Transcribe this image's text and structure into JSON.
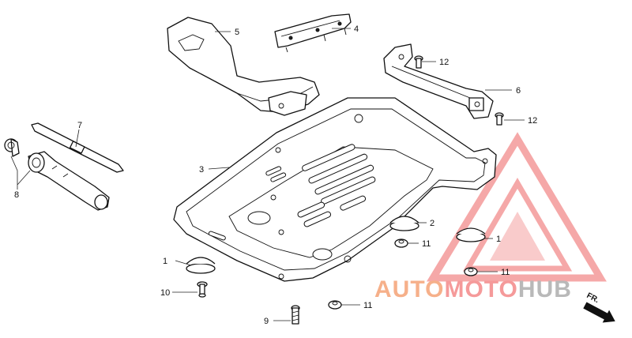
{
  "callouts": [
    {
      "id": "c1a",
      "label": "1"
    },
    {
      "id": "c1b",
      "label": "1"
    },
    {
      "id": "c2",
      "label": "2"
    },
    {
      "id": "c3",
      "label": "3"
    },
    {
      "id": "c4",
      "label": "4"
    },
    {
      "id": "c5",
      "label": "5"
    },
    {
      "id": "c6",
      "label": "6"
    },
    {
      "id": "c7",
      "label": "7"
    },
    {
      "id": "c8",
      "label": "8"
    },
    {
      "id": "c9",
      "label": "9"
    },
    {
      "id": "c10",
      "label": "10"
    },
    {
      "id": "c11a",
      "label": "11"
    },
    {
      "id": "c11b",
      "label": "11"
    },
    {
      "id": "c11c",
      "label": "11"
    },
    {
      "id": "c12a",
      "label": "12"
    },
    {
      "id": "c12b",
      "label": "12"
    }
  ],
  "watermark": {
    "word_part_1": "AUTO",
    "word_part_2": "MOTO",
    "word_part_3": "HUB",
    "color_orange": "#f6b08a",
    "color_red": "#f59a9a",
    "color_gray": "#b9b9b9"
  },
  "direction_marker": {
    "label": "FR."
  }
}
